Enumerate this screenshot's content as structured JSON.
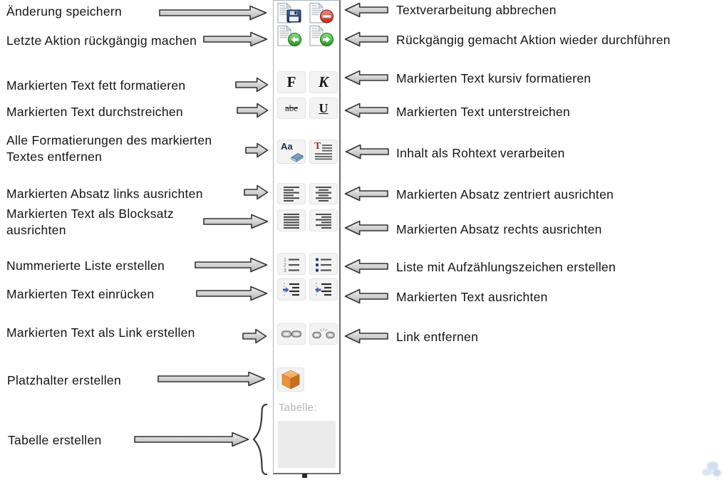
{
  "left_annotations": [
    {
      "text": "Änderung speichern"
    },
    {
      "text": "Letzte Aktion rückgängig machen"
    },
    {
      "text": "Markierten Text fett formatieren"
    },
    {
      "text": "Markierten Text durchstreichen"
    },
    {
      "text": "Alle Formatierungen des markierten\nTextes entfernen"
    },
    {
      "text": "Markierten Absatz links ausrichten"
    },
    {
      "text": "Markierten Text als Blocksatz\nausrichten"
    },
    {
      "text": "Nummerierte Liste erstellen"
    },
    {
      "text": "Markierten Text einrücken"
    },
    {
      "text": "Markierten Text als Link erstellen"
    },
    {
      "text": "Platzhalter erstellen"
    },
    {
      "text": "Tabelle erstellen"
    }
  ],
  "right_annotations": [
    {
      "text": "Textverarbeitung abbrechen"
    },
    {
      "text": "Rückgängig gemacht Aktion wieder durchführen"
    },
    {
      "text": "Markierten Text kursiv formatieren"
    },
    {
      "text": "Markierten Text unterstreichen"
    },
    {
      "text": "Inhalt als Rohtext verarbeiten"
    },
    {
      "text": "Markierten Absatz zentriert ausrichten"
    },
    {
      "text": "Markierten Absatz rechts ausrichten"
    },
    {
      "text": "Liste mit Aufzählungszeichen erstellen"
    },
    {
      "text": "Markierten Text ausrichten"
    },
    {
      "text": "Link entfernen"
    }
  ],
  "toolbar": {
    "table_label": "Tabelle:",
    "glyphs": {
      "bold": "F",
      "italic": "K",
      "strikethrough": "abe",
      "underline": "U",
      "remove_format": "Aa",
      "raw_text": "T",
      "list_numbers": [
        "1",
        "2",
        "3"
      ]
    }
  },
  "colors": {
    "text": "#141414",
    "arrow-stroke": "#333333",
    "strip-border": "#aab6bf",
    "strip-border-dark": "#6e6e6e",
    "button-bg": "#f3f3f3",
    "button-border": "#e3e3e3",
    "accent-red": "#c23b2e",
    "accent-green": "#3fae3a",
    "accent-navy": "#2a4b8d",
    "accent-orange": "#e08a2e",
    "accent-blue-bullet": "#32327e",
    "accent-blue-arrow": "#4a5fb0",
    "accent-maroon": "#8b3a2a",
    "muted-label": "#b5b5b5",
    "table-fill": "#ebebeb",
    "chain-gray": "#c9c9c9",
    "watermark-blue": "#a9c3e4"
  }
}
